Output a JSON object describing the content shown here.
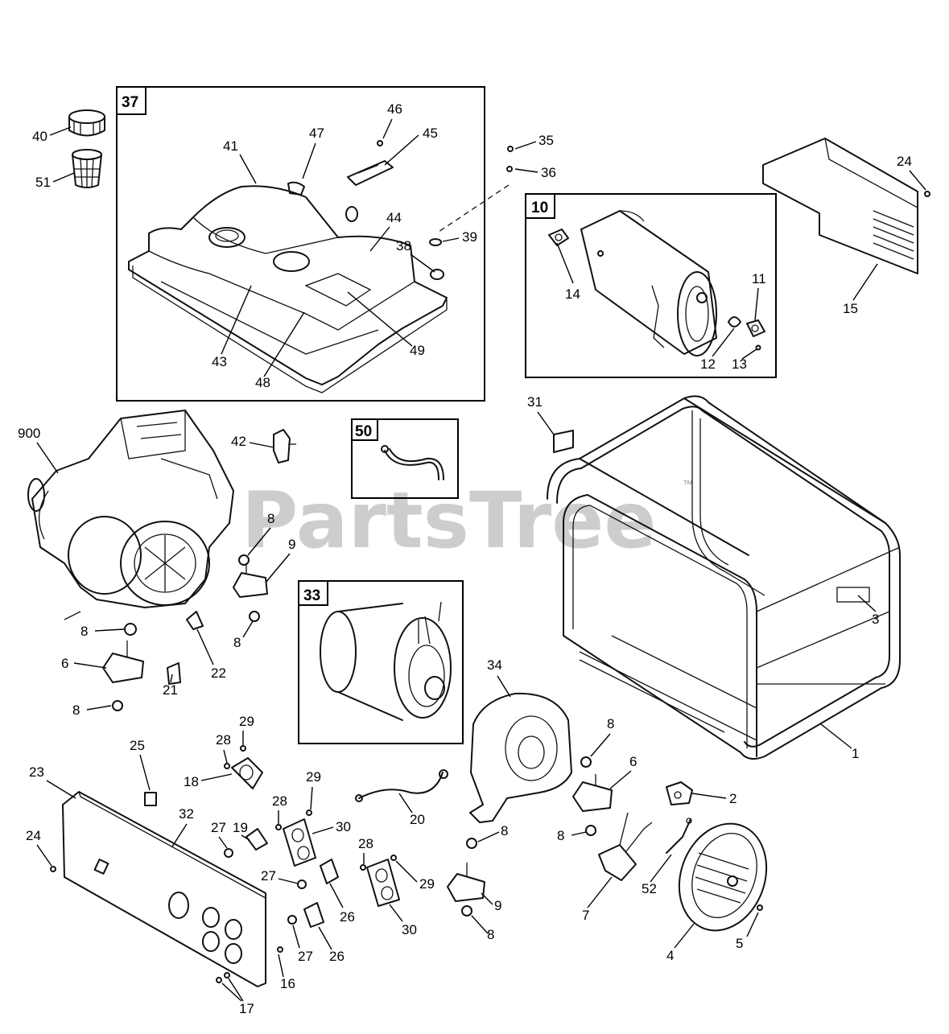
{
  "watermark": "PartsTree",
  "trademark": "™",
  "boxes": {
    "b37": "37",
    "b10": "10",
    "b50": "50",
    "b33": "33"
  },
  "labels": {
    "l40": "40",
    "l51": "51",
    "l41": "41",
    "l47": "47",
    "l46": "46",
    "l45": "45",
    "l44": "44",
    "l38": "38",
    "l39": "39",
    "l43": "43",
    "l48": "48",
    "l49": "49",
    "l35": "35",
    "l36": "36",
    "l14": "14",
    "l11": "11",
    "l12": "12",
    "l13": "13",
    "l24a": "24",
    "l15": "15",
    "l31": "31",
    "l900": "900",
    "l42": "42",
    "l8a": "8",
    "l9a": "9",
    "l8b": "8",
    "l8c": "8",
    "l22": "22",
    "l6a": "6",
    "l21": "21",
    "l8d": "8",
    "l3": "3",
    "l34": "34",
    "l1": "1",
    "l29a": "29",
    "l28a": "28",
    "l25": "25",
    "l18": "18",
    "l23": "23",
    "l8e": "8",
    "l6b": "6",
    "l29b": "29",
    "l2": "2",
    "l28b": "28",
    "l30a": "30",
    "l20": "20",
    "l19": "19",
    "l32": "32",
    "l24b": "24",
    "l27a": "27",
    "l8f": "8",
    "l8g": "8",
    "l28c": "28",
    "l27b": "27",
    "l29c": "29",
    "l52": "52",
    "l26a": "26",
    "l9b": "9",
    "l7": "7",
    "l30b": "30",
    "l8h": "8",
    "l5": "5",
    "l26b": "26",
    "l27c": "27",
    "l4": "4",
    "l16": "16",
    "l17": "17"
  }
}
